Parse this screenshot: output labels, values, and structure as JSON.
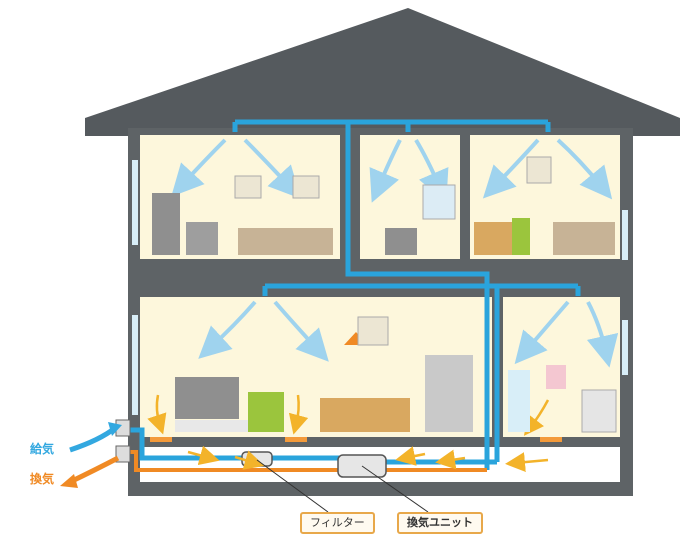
{
  "legend": {
    "supply_label": "給気",
    "exhaust_label": "換気",
    "supply_color": "#33a8e0",
    "exhaust_color": "#f08a24"
  },
  "callouts": {
    "filter_label": "フィルター",
    "unit_label": "換気ユニット"
  },
  "colors": {
    "roof": "#555a5e",
    "wall": "#5e6366",
    "room": "#fdf7dc",
    "duct": "#2aa4dc",
    "airflow": "#9fd3ee",
    "floor_vent": "#f39a3a",
    "callout_border": "#e8a84a"
  },
  "icons": [
    "bookshelf-icon",
    "dresser-icon",
    "bed-icon",
    "window-icon",
    "picture-frame-icon",
    "desk-icon",
    "chair-icon",
    "tv-icon",
    "sofa-icon",
    "dining-table-icon",
    "pendant-lamp-icon",
    "cabinet-icon",
    "washing-machine-icon",
    "sink-icon",
    "towel-icon"
  ]
}
